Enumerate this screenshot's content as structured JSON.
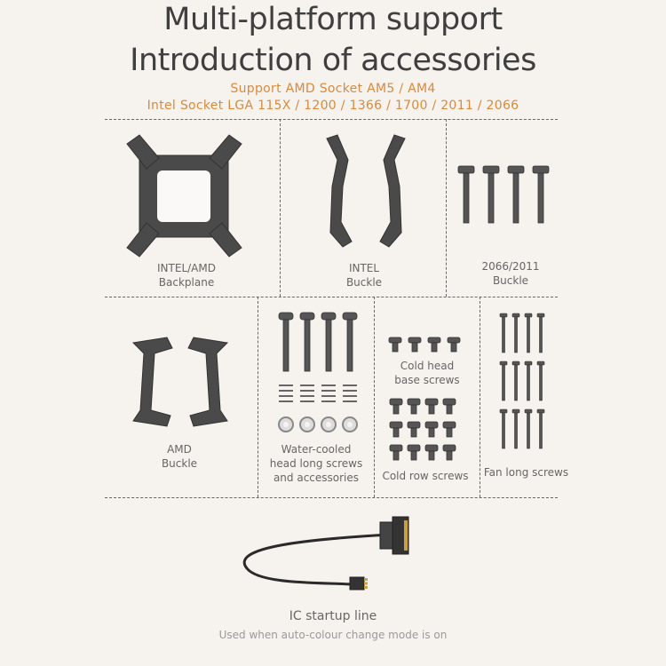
{
  "header": {
    "title_line1": "Multi-platform support",
    "title_line2": "Introduction of accessories",
    "support_line1": "Support AMD Socket AM5 / AM4",
    "support_line2": "Intel Socket LGA 115X / 1200 / 1366 / 1700 / 2011 / 2066"
  },
  "row1": {
    "backplane": {
      "line1": "INTEL/AMD",
      "line2": "Backplane"
    },
    "intel_buckle": {
      "line1": "INTEL",
      "line2": "Buckle"
    },
    "buckle_2066": {
      "line1": "2066/2011",
      "line2": "Buckle"
    }
  },
  "row2": {
    "amd_buckle": {
      "line1": "AMD",
      "line2": "Buckle"
    },
    "water_cooled": {
      "line1": "Water-cooled",
      "line2": "head long screws",
      "line3": "and accessories"
    },
    "cold_head": {
      "line1": "Cold head",
      "line2": "base screws"
    },
    "cold_row": {
      "line1": "Cold row screws"
    },
    "fan_long": {
      "line1": "Fan long screws"
    }
  },
  "cable": {
    "title": "IC startup line",
    "subtitle": "Used when auto-colour change mode is on"
  },
  "colors": {
    "background": "#f6f2ee",
    "accent": "#d98a3c",
    "part": "#4a4a4a"
  }
}
